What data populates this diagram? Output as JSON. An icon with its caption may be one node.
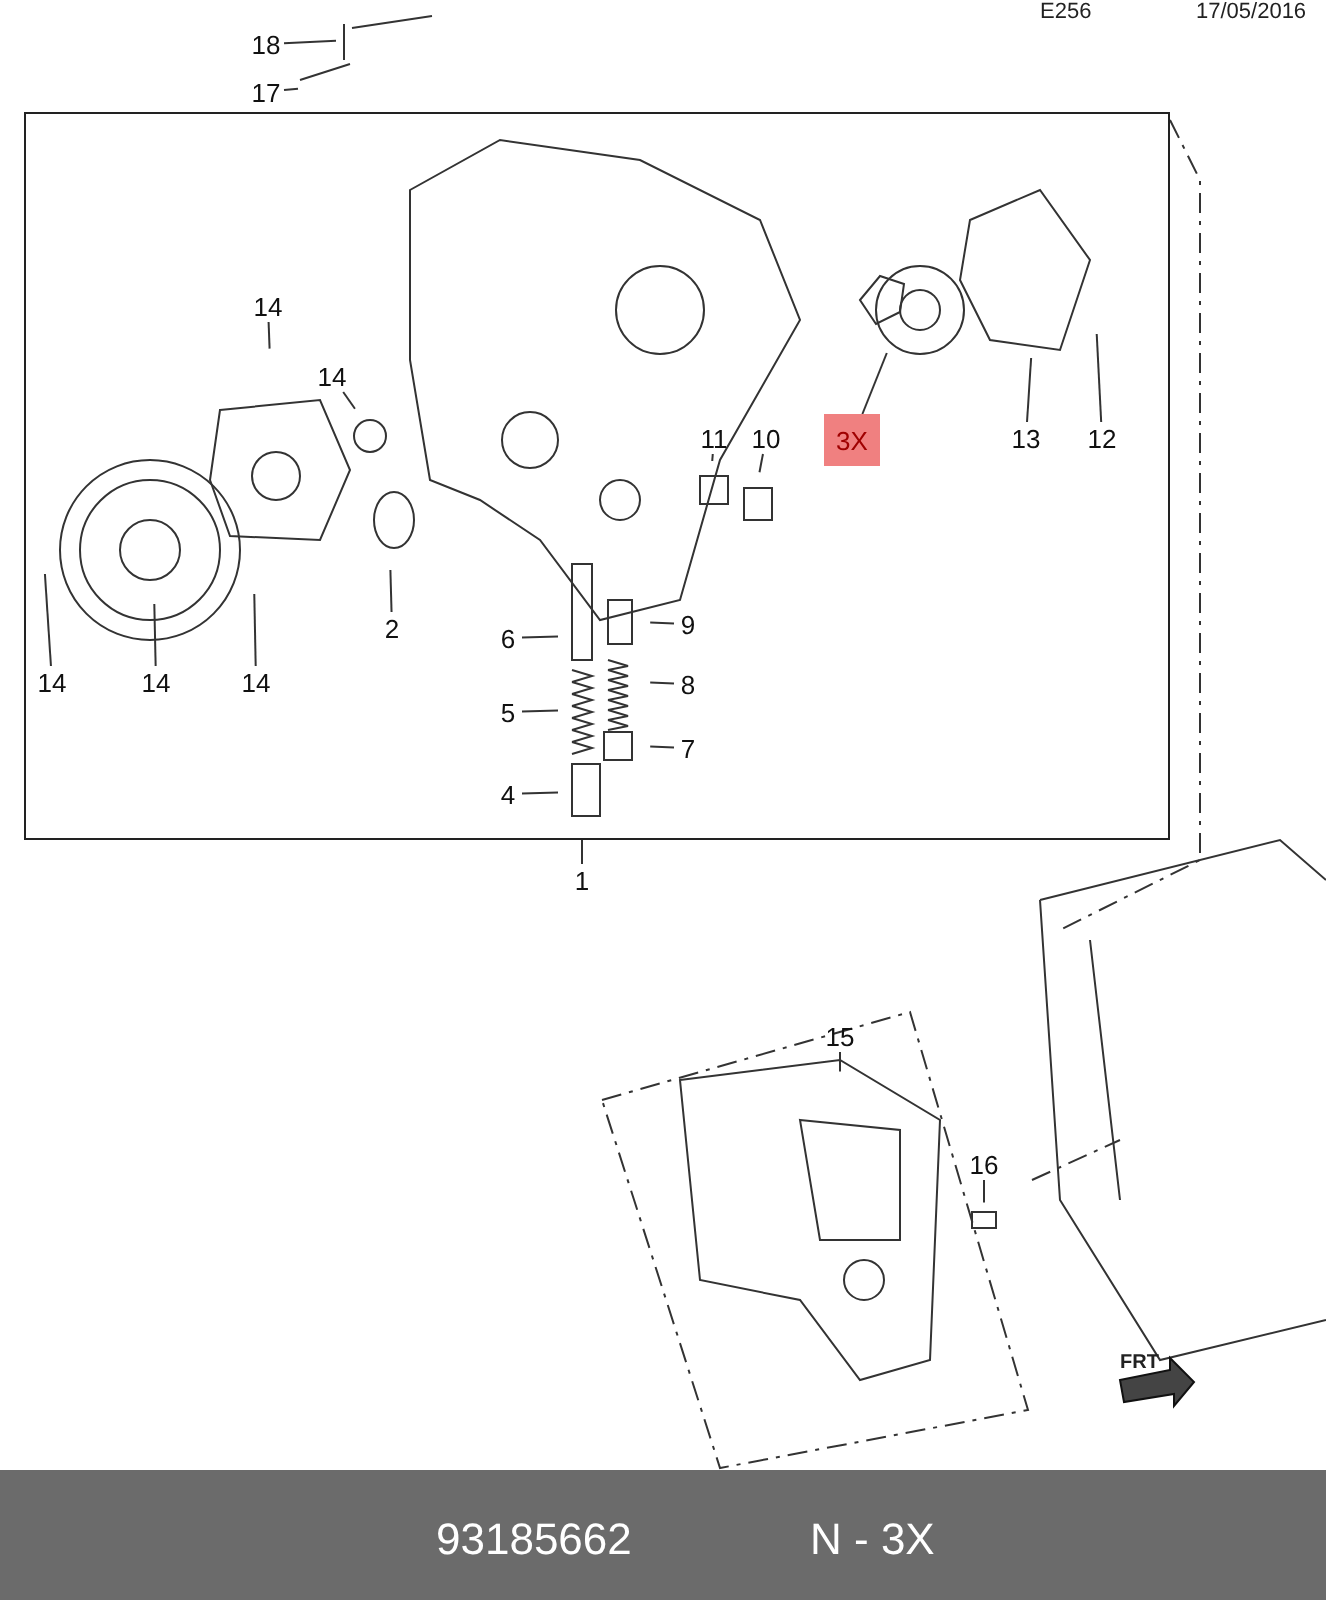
{
  "diagram": {
    "nodes": [
      {
        "text": [
          "18"
        ]
      },
      {
        "text": [
          "17"
        ]
      },
      {
        "text": [],
        "shape": "box"
      },
      {
        "text": [
          "14"
        ],
        "in": 2
      },
      {
        "text": [
          "14"
        ],
        "in": 2
      },
      {
        "text": [
          "11"
        ],
        "in": 2
      },
      {
        "text": [
          "10"
        ],
        "in": 2
      },
      {
        "text": [
          "3X"
        ],
        "in": 2
      },
      {
        "text": [
          "13"
        ],
        "in": 2
      },
      {
        "text": [
          "12"
        ],
        "in": 2
      },
      {
        "text": [
          "14"
        ],
        "in": 2
      },
      {
        "text": [
          "14"
        ],
        "in": 2
      },
      {
        "text": [
          "14"
        ],
        "in": 2
      },
      {
        "text": [
          "2"
        ],
        "in": 2
      },
      {
        "text": [
          "6"
        ],
        "in": 2
      },
      {
        "text": [
          "9"
        ],
        "in": 2
      },
      {
        "text": [
          "5"
        ],
        "in": 2
      },
      {
        "text": [
          "8"
        ],
        "in": 2
      },
      {
        "text": [
          "7"
        ],
        "in": 2
      },
      {
        "text": [
          "4"
        ],
        "in": 2
      },
      {
        "text": [
          "1"
        ]
      },
      {
        "text": [],
        "shape": "box"
      },
      {
        "text": [
          "15"
        ],
        "in": 21
      },
      {
        "text": [
          "16"
        ],
        "in": 21
      }
    ],
    "edges": [
      {
        "from": 0,
        "to": null,
        "arrow": "none"
      },
      {
        "from": 1,
        "to": null,
        "arrow": "none"
      },
      {
        "from": 3,
        "to": null,
        "arrow": "none"
      },
      {
        "from": 4,
        "to": null,
        "arrow": "none"
      },
      {
        "from": 5,
        "to": null,
        "arrow": "none"
      },
      {
        "from": 6,
        "to": null,
        "arrow": "none"
      },
      {
        "from": 7,
        "to": null,
        "arrow": "none"
      },
      {
        "from": 8,
        "to": null,
        "arrow": "none"
      },
      {
        "from": 9,
        "to": null,
        "arrow": "none"
      },
      {
        "from": 10,
        "to": null,
        "arrow": "none"
      },
      {
        "from": 11,
        "to": null,
        "arrow": "none"
      },
      {
        "from": 12,
        "to": null,
        "arrow": "none"
      },
      {
        "from": 13,
        "to": null,
        "arrow": "none"
      },
      {
        "from": 14,
        "to": null,
        "arrow": "none"
      },
      {
        "from": 15,
        "to": null,
        "arrow": "none"
      },
      {
        "from": 16,
        "to": null,
        "arrow": "none"
      },
      {
        "from": 17,
        "to": null,
        "arrow": "none"
      },
      {
        "from": 18,
        "to": null,
        "arrow": "none"
      },
      {
        "from": 19,
        "to": null,
        "arrow": "none"
      },
      {
        "from": 20,
        "to": 2,
        "arrow": "none"
      },
      {
        "from": 22,
        "to": null,
        "arrow": "none"
      },
      {
        "from": 23,
        "to": null,
        "arrow": "none"
      }
    ],
    "labels": [
      "E256",
      "17/05/2016",
      "FRT",
      "93185662",
      "N - 3X"
    ]
  }
}
